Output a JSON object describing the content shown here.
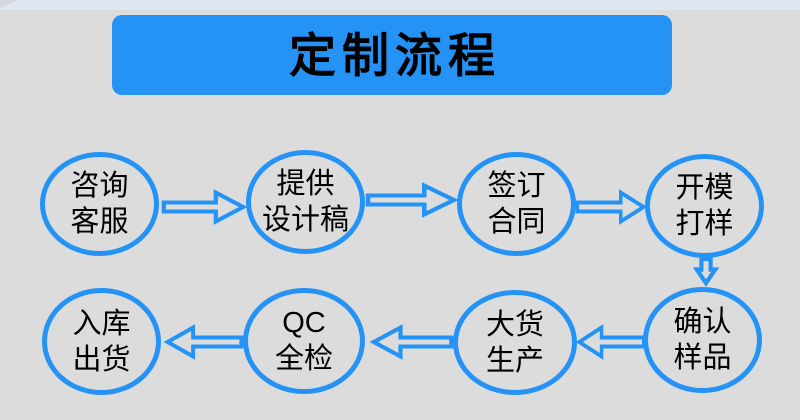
{
  "header": {
    "title": "定制流程"
  },
  "colors": {
    "accent_blue": "#2593f6",
    "background_gray": "#dcdcdc",
    "top_strip": "#dfe8f1",
    "text_black": "#000000"
  },
  "flow": {
    "top_row": [
      {
        "line1": "咨询",
        "line2": "客服"
      },
      {
        "line1": "提供",
        "line2": "设计稿"
      },
      {
        "line1": "签订",
        "line2": "合同"
      },
      {
        "line1": "开模",
        "line2": "打样"
      }
    ],
    "bottom_row": [
      {
        "line1": "入库",
        "line2": "出货"
      },
      {
        "line1": "QC",
        "line2": "全检"
      },
      {
        "line1": "大货",
        "line2": "生产"
      },
      {
        "line1": "确认",
        "line2": "样品"
      }
    ],
    "sequence": [
      "咨询客服",
      "提供设计稿",
      "签订合同",
      "开模打样",
      "确认样品",
      "大货生产",
      "QC全检",
      "入库出货"
    ]
  }
}
